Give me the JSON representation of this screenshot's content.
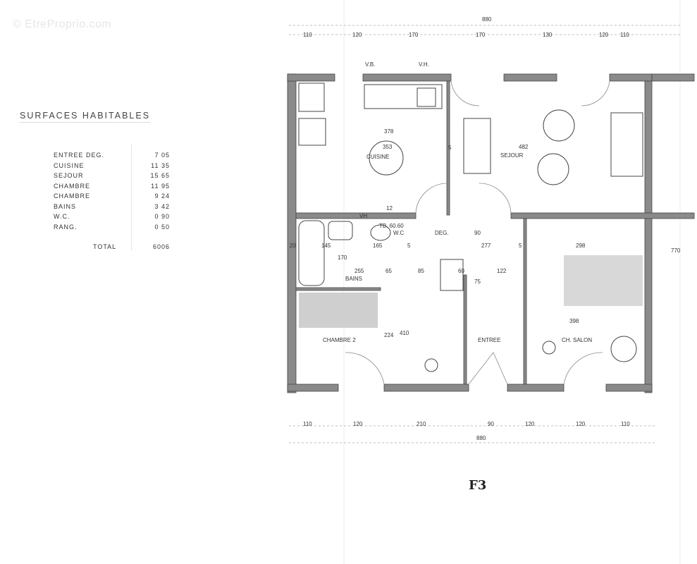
{
  "watermark": "© EtreProprio.com",
  "surfaces": {
    "title": "SURFACES   HABITABLES",
    "rows": [
      {
        "room": "ENTREE  DEG.",
        "area": "7 05"
      },
      {
        "room": "CUISINE",
        "area": "11 35"
      },
      {
        "room": "SEJOUR",
        "area": "15 65"
      },
      {
        "room": "CHAMBRE",
        "area": "11 95"
      },
      {
        "room": "CHAMBRE",
        "area": "9 24"
      },
      {
        "room": "BAINS",
        "area": "3 42"
      },
      {
        "room": "W.C.",
        "area": "0 90"
      },
      {
        "room": "RANG.",
        "area": "0 50"
      }
    ],
    "total_label": "TOTAL",
    "total_value": "6006"
  },
  "plan": {
    "name": "F3",
    "top_total": "880",
    "top_dims": [
      "110",
      "120",
      "170",
      "170",
      "130",
      "120",
      "110"
    ],
    "bottom_total": "880",
    "bottom_dims": [
      "110",
      "120",
      "210",
      "90",
      "120",
      "120",
      "110"
    ],
    "rooms": {
      "cuisine": "CUISINE",
      "sejour": "SEJOUR",
      "deg": "DEG.",
      "wc": "W.C",
      "bains": "BAINS",
      "chambre2": "CHAMBRE 2",
      "entree": "ENTREE",
      "ch_salon": "CH. SALON"
    },
    "annotations": {
      "vb": "V.B.",
      "vh_top": "V.H.",
      "vh": "VH",
      "tb": "TB. 60.60",
      "d353": "353",
      "d378": "378",
      "d482": "482",
      "d12": "12",
      "d20": "20",
      "d145": "145",
      "d165": "165",
      "d170": "170",
      "d255": "255",
      "d65": "65",
      "d85": "85",
      "d60": "60",
      "d277": "277",
      "d122": "122",
      "d90": "90",
      "d75": "75",
      "d298": "298",
      "d398": "398",
      "d770": "770",
      "d224": "224",
      "d410": "410",
      "d5": "5"
    }
  }
}
